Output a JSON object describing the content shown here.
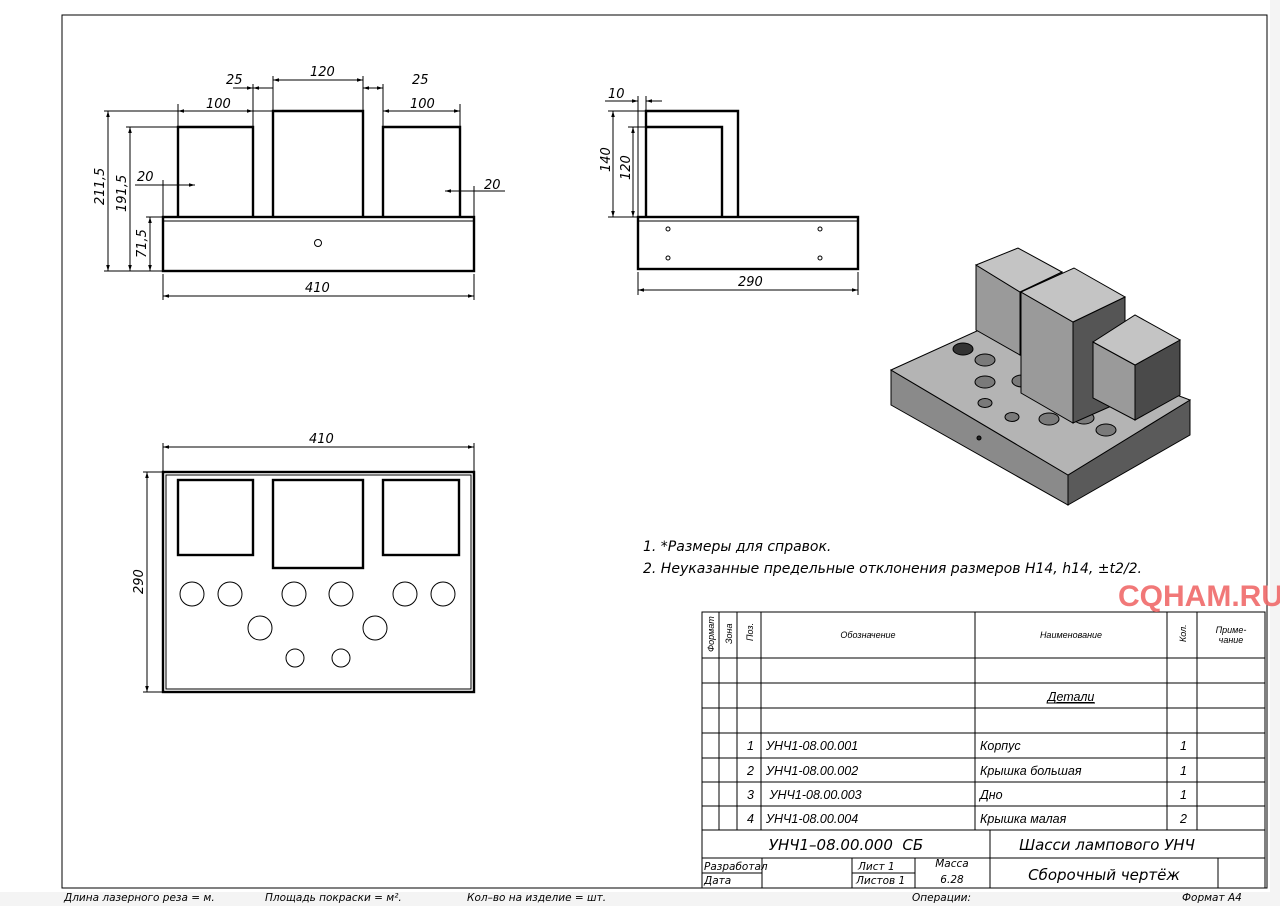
{
  "front_view": {
    "dims": {
      "overall_height": "211,5",
      "box_height": "191,5",
      "base_height": "71,5",
      "left_offset": "20",
      "right_offset": "20",
      "width": "410",
      "left_box": "100",
      "gap_left": "25",
      "center_box": "120",
      "gap_right": "25",
      "right_box": "100"
    }
  },
  "side_view": {
    "dims": {
      "wall": "10",
      "height_outer": "140",
      "height_inner": "120",
      "depth": "290"
    }
  },
  "top_view": {
    "dims": {
      "width": "410",
      "depth": "290"
    }
  },
  "notes": [
    "1.  *Размеры для справок.",
    "2. Неуказанные предельные отклонения размеров H14, h14,  ±t2/2."
  ],
  "spec_table": {
    "headers": {
      "format": "Формат",
      "zone": "Зона",
      "pos": "Поз.",
      "designation": "Обозначение",
      "name": "Наименование",
      "qty": "Кол.",
      "note": "Приме-",
      "note2": "чание"
    },
    "section": "Детали",
    "rows": [
      {
        "pos": "1",
        "designation": "УНЧ1-08.00.001",
        "name": "Корпус",
        "qty": "1"
      },
      {
        "pos": "2",
        "designation": "УНЧ1-08.00.002",
        "name": "Крышка большая",
        "qty": "1"
      },
      {
        "pos": "3",
        "designation": " УНЧ1-08.00.003",
        "name": "Дно",
        "qty": "1"
      },
      {
        "pos": "4",
        "designation": "УНЧ1-08.00.004",
        "name": "Крышка малая",
        "qty": "2"
      }
    ]
  },
  "title_block": {
    "document_code": "УНЧ1–08.00.000  СБ",
    "title": "Шасси лампового УНЧ",
    "doc_type": "Сборочный чертёж",
    "developed_label": "Разработал",
    "date_label": "Дата",
    "sheet": "Лист 1",
    "sheets": "Листов 1",
    "mass_label": "Масса",
    "mass": "6.28",
    "operations": "Операции:",
    "format": "Формат А4"
  },
  "footer": {
    "laser_cut": "Длина лазерного реза = м.",
    "paint_area": "Площадь покраски = м².",
    "qty_per_product": "Кол–во на изделие = шт."
  },
  "watermark": "CQHAM.RU"
}
